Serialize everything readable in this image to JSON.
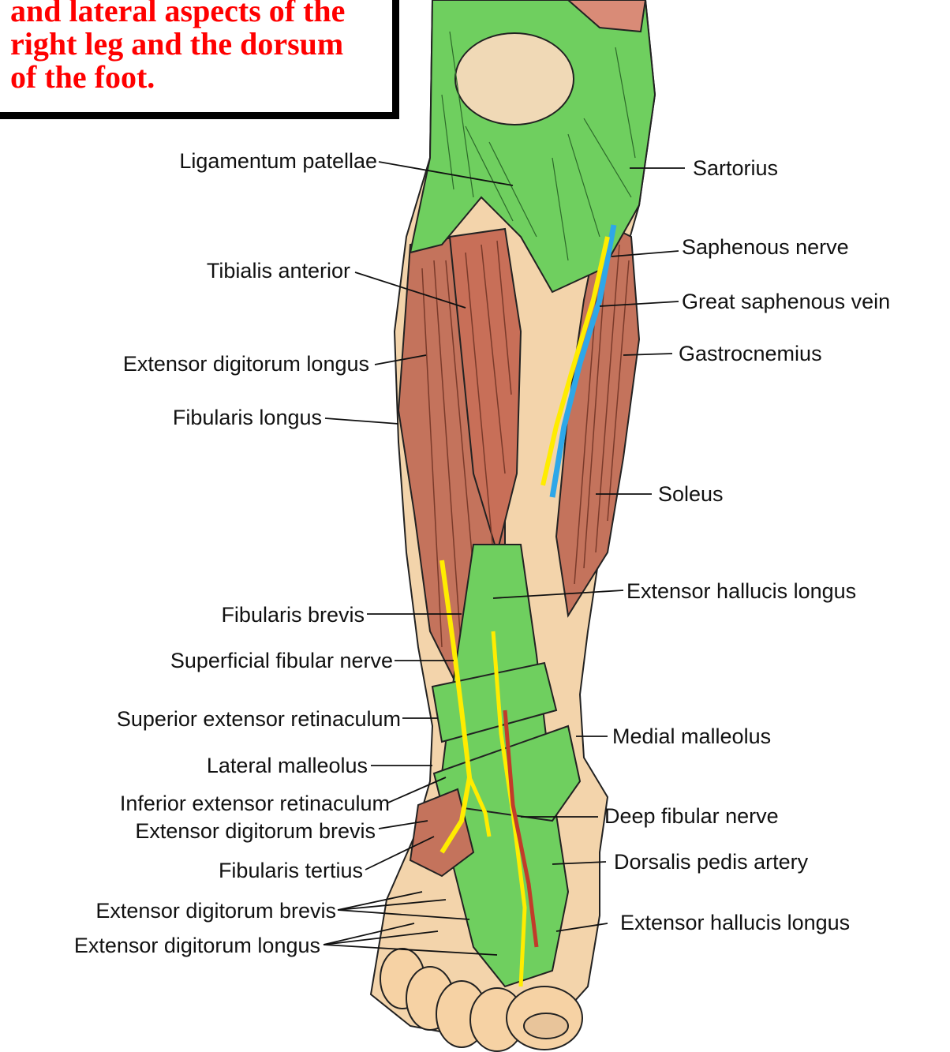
{
  "caption": "and lateral aspects of the\nright leg and the dorsum\nof the foot.",
  "colors": {
    "caption_text": "#ff0000",
    "fascia": "#6fcf5f",
    "muscle": "#c4735c",
    "bone": "#f0d9b6",
    "skin": "#f6d2a4",
    "nerve": "#ffec00",
    "vein": "#2ea7e8"
  },
  "labels": {
    "left": [
      "Ligamentum patellae",
      "Tibialis anterior",
      "Extensor digitorum longus",
      "Fibularis longus",
      "Fibularis brevis",
      "Superficial fibular nerve",
      "Superior extensor retinaculum",
      "Lateral malleolus",
      "Inferior extensor retinaculum",
      "Extensor digitorum brevis",
      "Fibularis tertius",
      "Extensor digitorum brevis",
      "Extensor digitorum longus"
    ],
    "right": [
      "Sartorius",
      "Saphenous nerve",
      "Great saphenous vein",
      "Gastrocnemius",
      "Soleus",
      "Extensor hallucis longus",
      "Medial malleolus",
      "Deep fibular nerve",
      "Dorsalis pedis artery",
      "Extensor hallucis longus"
    ]
  }
}
